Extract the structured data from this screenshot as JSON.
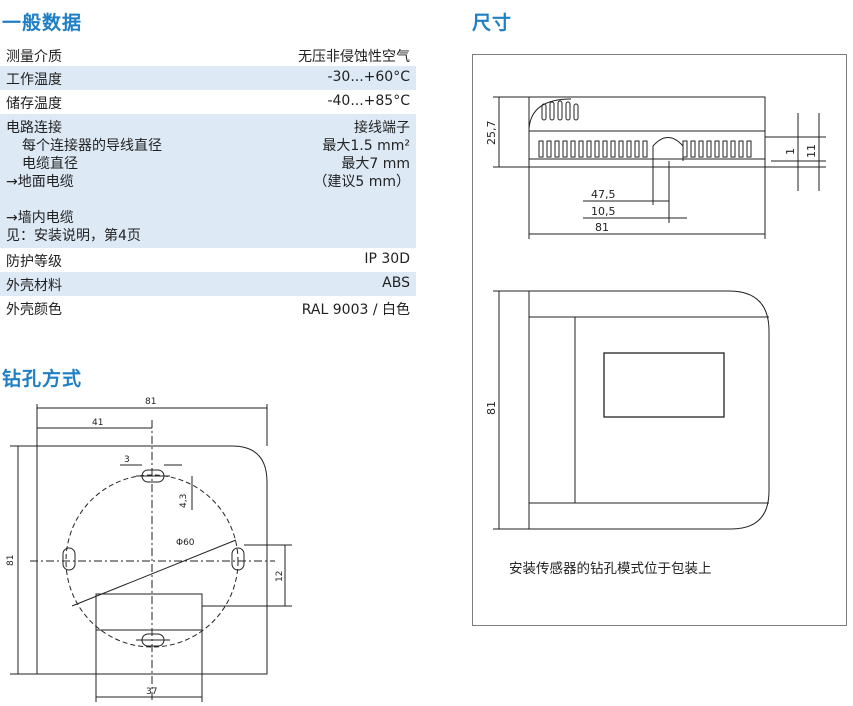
{
  "sections": {
    "general_data": "一般数据",
    "dimensions": "尺寸",
    "drilling": "钻孔方式"
  },
  "specs": {
    "rows": [
      {
        "label": "测量介质",
        "value": "无压非侵蚀性空气"
      },
      {
        "label": "工作温度",
        "value": "-30...+60°C"
      },
      {
        "label": "储存温度",
        "value": "-40...+85°C"
      },
      {
        "label": "防护等级",
        "value": "IP 30D"
      },
      {
        "label": "外壳材料",
        "value": "ABS"
      },
      {
        "label": "外壳颜色",
        "value": "RAL 9003 / 白色"
      }
    ],
    "electrical": {
      "label": "电路连接",
      "value": "接线端子",
      "conductor_label": "每个连接器的导线直径",
      "conductor_value": "最大1.5 mm²",
      "cable_label": "电缆直径",
      "cable_value": "最大7 mm",
      "surface_label": "→地面电缆",
      "surface_value": "（建议5 mm）",
      "flush_label": "→墙内电缆",
      "manual_note": "见：安装说明，第4页"
    }
  },
  "dimension_labels": {
    "height": "25,7",
    "d1": "1",
    "d11": "11",
    "d47": "47,5",
    "d10": "10,5",
    "width": "81",
    "front_height": "81"
  },
  "drill_labels": {
    "width": "81",
    "d41": "41",
    "d3": "3",
    "d43": "4,3",
    "dia": "Φ60",
    "height": "81",
    "d12": "12",
    "d37": "37"
  },
  "panel_note": "安装传感器的钻孔模式位于包装上"
}
